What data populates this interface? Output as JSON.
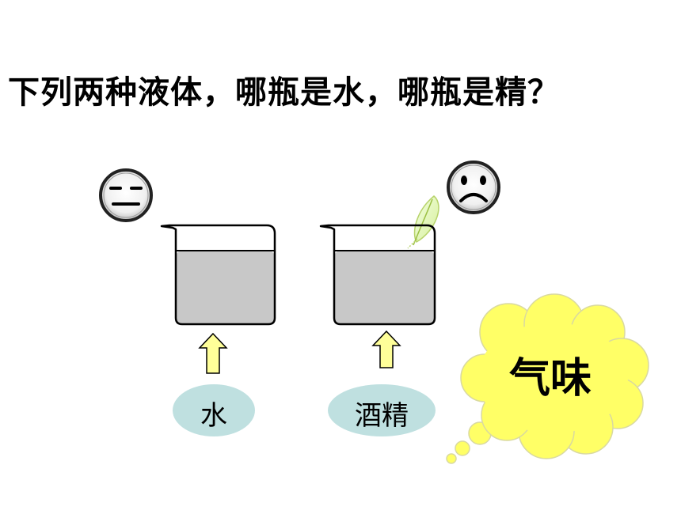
{
  "question": "下列两种液体，哪瓶是水，哪瓶是精？",
  "beakers": [
    {
      "label": "水",
      "face": "neutral-face-icon"
    },
    {
      "label": "酒精",
      "face": "sad-face-icon"
    }
  ],
  "cloud": {
    "text": "气味"
  },
  "colors": {
    "liquid": "#c8c8c8",
    "arrow": "#ffff99",
    "label_bg": "#bfe0e0",
    "cloud": "#ffff66"
  }
}
